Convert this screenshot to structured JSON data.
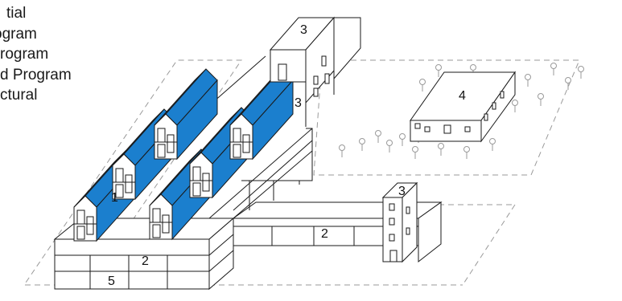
{
  "legend": [
    "tial",
    "ogram",
    "rogram",
    "d Program",
    "ctural"
  ],
  "labels": {
    "housing": "1",
    "deck_front": "2",
    "deck_side": "2",
    "tower_top": "3",
    "tower_mid": "3",
    "tower_right": "3",
    "pavilion": "4",
    "base": "5"
  },
  "colors": {
    "housing_fill": "#1b7fce",
    "line": "#1a1a1a",
    "dashed": "#9a9a9a",
    "tree": "#9a9a9a"
  }
}
